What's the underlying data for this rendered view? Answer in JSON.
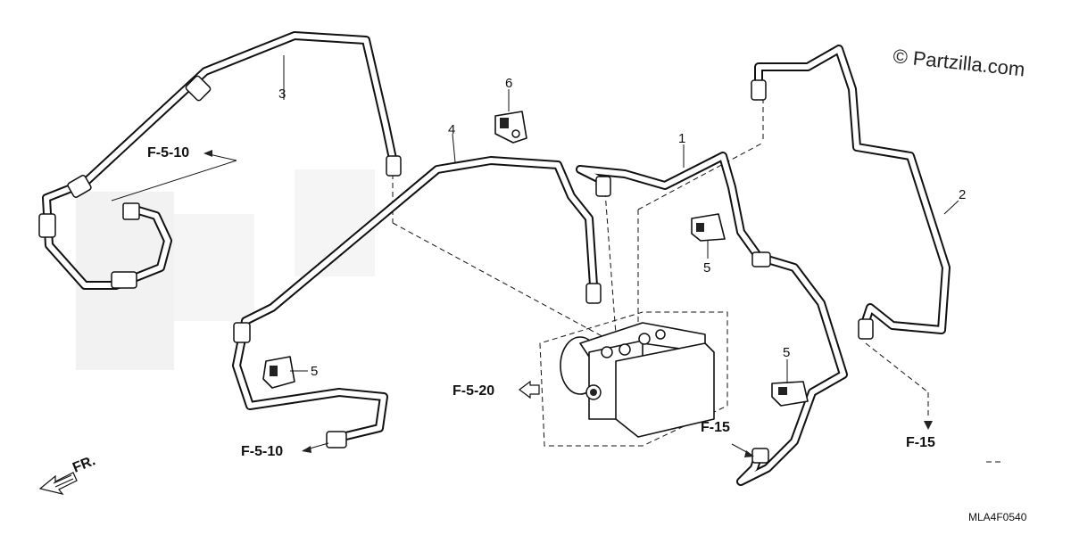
{
  "watermark": "© Partzilla.com",
  "diagram_code": "MLA4F0540",
  "front_indicator": "FR.",
  "callouts": {
    "p1": "1",
    "p2": "2",
    "p3": "3",
    "p4": "4",
    "p5a": "5",
    "p5b": "5",
    "p5c": "5",
    "p6": "6"
  },
  "references": {
    "f510_top": "F-5-10",
    "f510_bottom": "F-5-10",
    "f520": "F-5-20",
    "f15_center": "F-15",
    "f15_right": "F-15"
  }
}
